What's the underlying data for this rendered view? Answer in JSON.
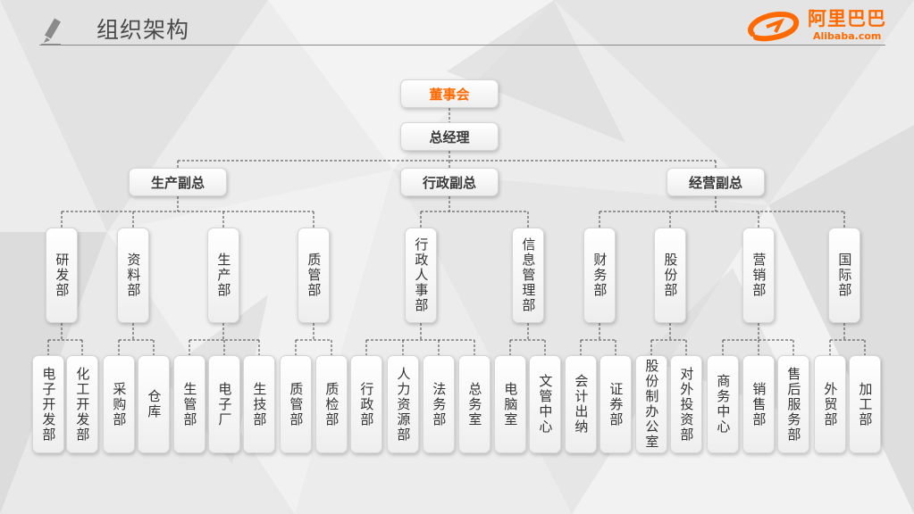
{
  "header": {
    "title": "组织架构",
    "icon": "pen-icon"
  },
  "logo": {
    "cn": "阿里巴巴",
    "en": "Alibaba.com",
    "color": "#ff6a00"
  },
  "org": {
    "board": "董事会",
    "gm": "总经理",
    "vps": [
      {
        "name": "生产副总",
        "depts": [
          {
            "name": "研发部",
            "subs": [
              "电子开发部",
              "化工开发部"
            ]
          },
          {
            "name": "资料部",
            "subs": [
              "采购部",
              "仓库"
            ]
          },
          {
            "name": "生产部",
            "subs": [
              "生管部",
              "电子厂",
              "生技部"
            ]
          },
          {
            "name": "质管部",
            "subs": [
              "质管部",
              "质检部"
            ]
          }
        ]
      },
      {
        "name": "行政副总",
        "depts": [
          {
            "name": "行政人事部",
            "subs": [
              "行政部",
              "人力资源部",
              "法务部",
              "总务室"
            ]
          },
          {
            "name": "信息管理部",
            "subs": [
              "电脑室",
              "文管中心"
            ]
          }
        ]
      },
      {
        "name": "经营副总",
        "depts": [
          {
            "name": "财务部",
            "subs": [
              "会计出纳",
              "证券部"
            ]
          },
          {
            "name": "股份部",
            "subs": [
              "股份制办公室",
              "对外投资部"
            ]
          },
          {
            "name": "营销部",
            "subs": [
              "商务中心",
              "销售部",
              "售后服务部"
            ]
          },
          {
            "name": "国际部",
            "subs": [
              "外贸部",
              "加工部"
            ]
          }
        ]
      }
    ]
  }
}
